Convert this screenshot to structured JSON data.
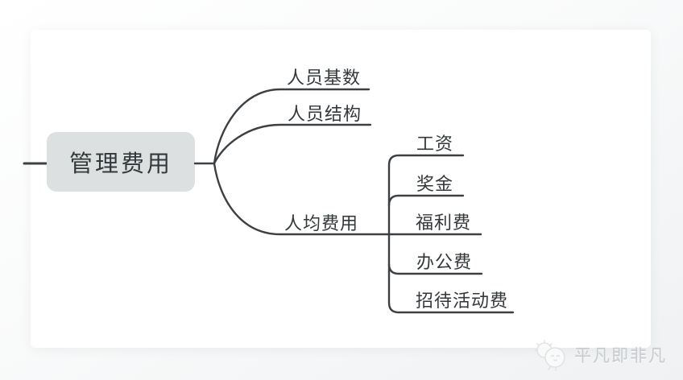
{
  "mindmap": {
    "root": {
      "label": "管理费用"
    },
    "branches": [
      {
        "label": "人员基数",
        "children": []
      },
      {
        "label": "人员结构",
        "children": []
      },
      {
        "label": "人均费用",
        "children": [
          {
            "label": "工资"
          },
          {
            "label": "奖金"
          },
          {
            "label": "福利费"
          },
          {
            "label": "办公费"
          },
          {
            "label": "招待活动费"
          }
        ]
      }
    ]
  },
  "watermark": {
    "text": "平凡即非凡",
    "icon": "chick-mascot-icon"
  },
  "colors": {
    "line": "#3c4043",
    "text": "#33383a",
    "root_fill": "#dce0e0",
    "canvas": "#ffffff",
    "watermark_text": "#c9cccf"
  }
}
